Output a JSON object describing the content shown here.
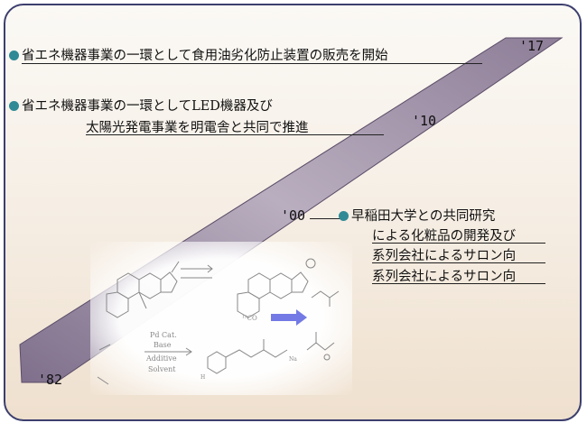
{
  "years": {
    "y82": "'82",
    "y00": "'00",
    "y10": "'10",
    "y17": "'17"
  },
  "items": {
    "item1": "省エネ機器事業の一環として食用油劣化防止装置の販売を開始",
    "item2_line1": "省エネ機器事業の一環としてLED機器及び",
    "item2_line2": "太陽光発電事業を明電舎と共同で推進",
    "item3_line1": "早稲田大学との共同研究",
    "item3_line2": "による化粧品の開発及び",
    "item3_line3": "系列会社によるサロン向",
    "item3_line4": "系列会社によるサロン向"
  },
  "figure": {
    "reagent1": "Pd Cat.",
    "reagent2": "Base",
    "reagent3": "Additive",
    "reagent4": "Solvent",
    "label_co": "¹³CO",
    "label_na": "Na",
    "label_h": "H"
  },
  "colors": {
    "bullet": "#2f8a96",
    "arrow": "#8e7e98",
    "border": "#3c3f6e",
    "blue_arrow": "#5a63e0"
  }
}
